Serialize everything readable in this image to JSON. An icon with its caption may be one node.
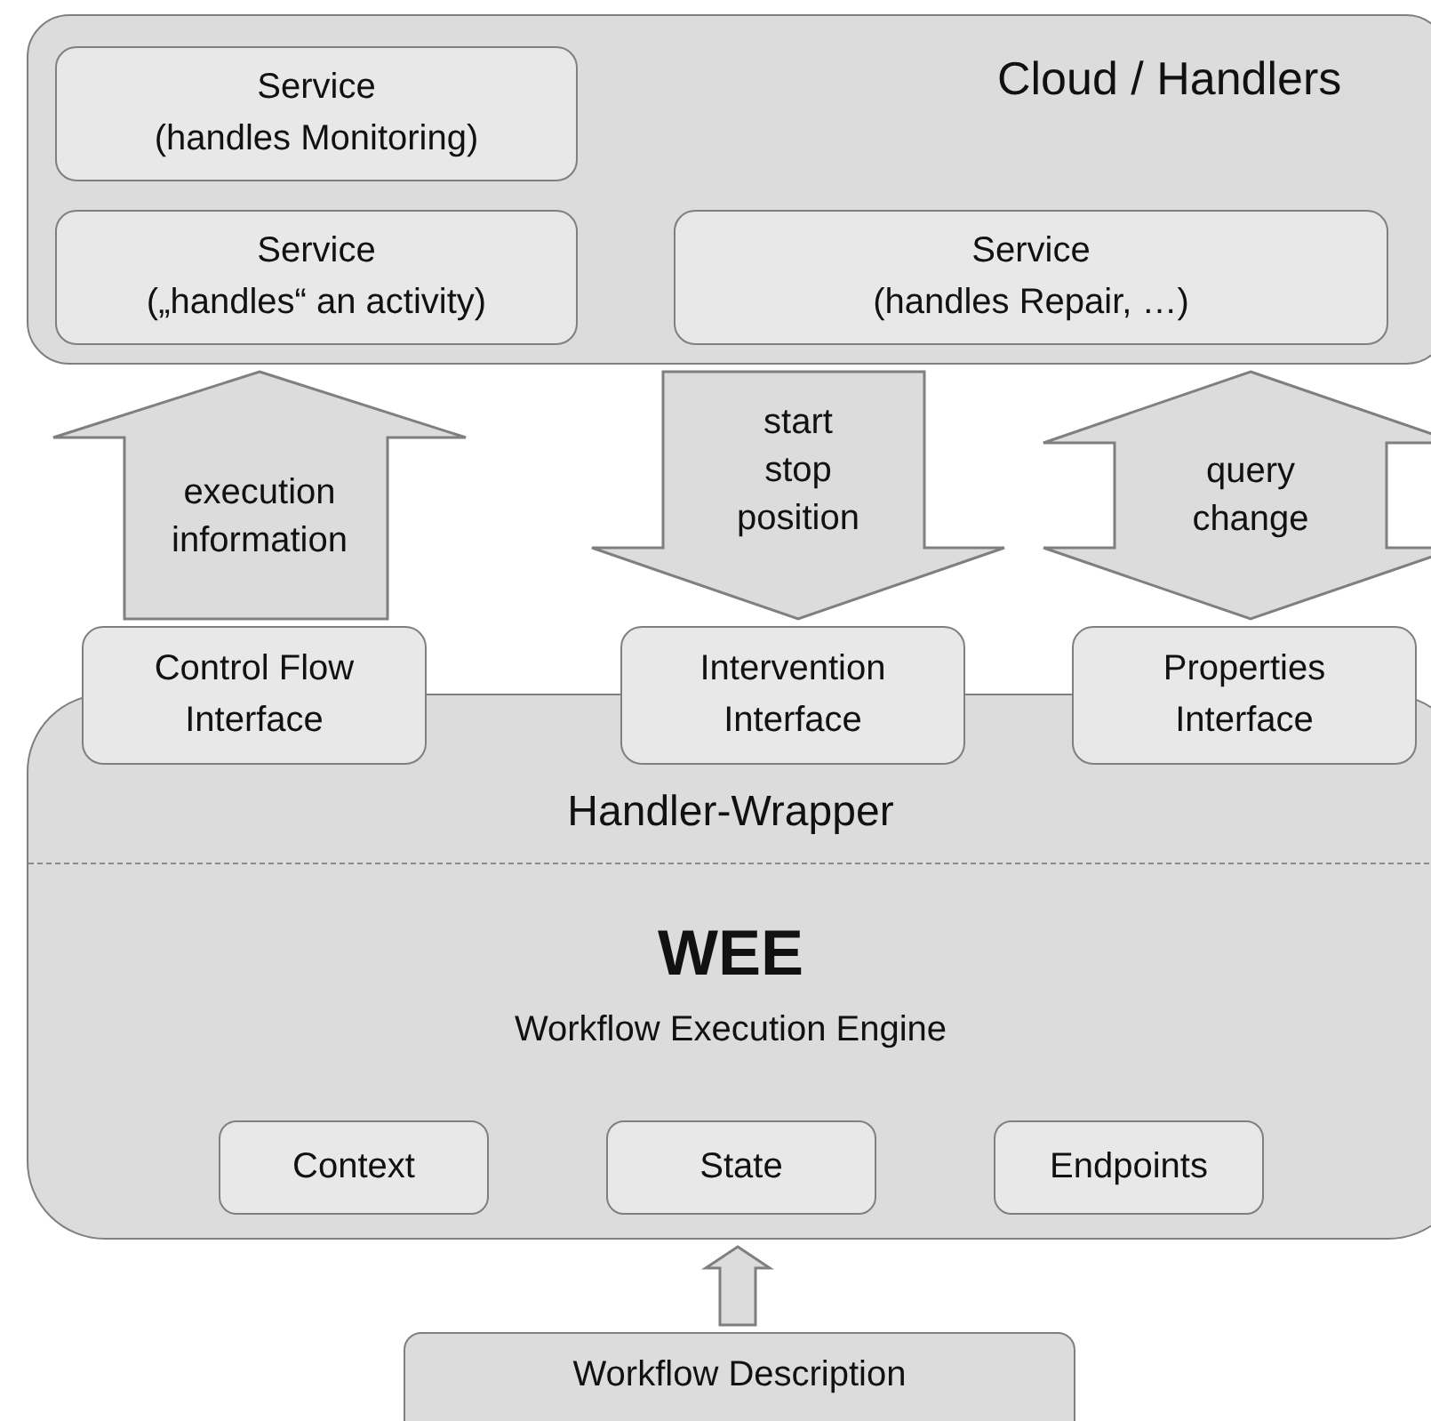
{
  "diagram": {
    "nodes": [
      {
        "text": [
          "Cloud / Handlers"
        ]
      },
      {
        "text": [
          "Service",
          "(handles Monitoring)"
        ],
        "in": 0
      },
      {
        "text": [
          "Service",
          "(„handles“ an activity)"
        ],
        "in": 0
      },
      {
        "text": [
          "Service",
          "(handles Repair, …)"
        ],
        "in": 0
      },
      {
        "text": [
          "Handler-Wrapper",
          "WEE",
          "Workflow Execution Engine"
        ]
      },
      {
        "text": [
          "Control Flow Interface"
        ]
      },
      {
        "text": [
          "Intervention Interface"
        ]
      },
      {
        "text": [
          "Properties Interface"
        ]
      },
      {
        "text": [
          "Context"
        ],
        "in": 4
      },
      {
        "text": [
          "State"
        ],
        "in": 4
      },
      {
        "text": [
          "Endpoints"
        ],
        "in": 4
      },
      {
        "text": [
          "Workflow Description"
        ]
      }
    ],
    "edges": [
      {
        "from": 5,
        "to": 0,
        "arrow": "to",
        "label": "execution information"
      },
      {
        "from": 0,
        "to": 6,
        "arrow": "to",
        "label": "start stop position"
      },
      {
        "from": 7,
        "to": 0,
        "arrow": "both",
        "label": "query change"
      },
      {
        "from": 11,
        "to": 4,
        "arrow": "to"
      }
    ]
  }
}
